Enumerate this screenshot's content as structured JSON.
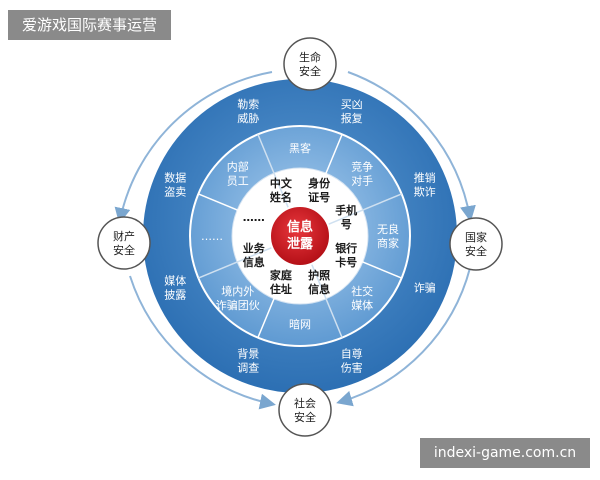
{
  "banner": "爱游戏国际赛事运营",
  "footer": "indexi-game.com.cn",
  "colors": {
    "outer_ring": "#3d82c4",
    "middle_ring": "#6fa7da",
    "inner_ring": "#ffffff",
    "core": "#c8141c",
    "arrow": "#7aa6cf",
    "node_border": "#555555"
  },
  "core": [
    "信息",
    "泄露"
  ],
  "nodes": {
    "top": [
      "生命",
      "安全"
    ],
    "right": [
      "国家",
      "安全"
    ],
    "bottom": [
      "社会",
      "安全"
    ],
    "left": [
      "财产",
      "安全"
    ]
  },
  "inner_items": [
    [
      "中文",
      "姓名"
    ],
    [
      "身份",
      "证号"
    ],
    [
      "手机",
      "号"
    ],
    [
      "银行",
      "卡号"
    ],
    [
      "护照",
      "信息"
    ],
    [
      "家庭",
      "住址"
    ],
    [
      "业务",
      "信息"
    ],
    [
      "……"
    ]
  ],
  "middle_items": [
    [
      "黑客"
    ],
    [
      "竞争",
      "对手"
    ],
    [
      "无良",
      "商家"
    ],
    [
      "社交",
      "媒体"
    ],
    [
      "暗网"
    ],
    [
      "境内外",
      "诈骗团伙"
    ],
    [
      "……"
    ],
    [
      "内部",
      "员工"
    ]
  ],
  "outer_items": [
    [
      "买凶",
      "报复"
    ],
    [
      "推销",
      "欺诈"
    ],
    [
      "诈骗"
    ],
    [
      "自尊",
      "伤害"
    ],
    [
      "背景",
      "调查"
    ],
    [
      "媒体",
      "披露"
    ],
    [
      "数据",
      "盗卖"
    ],
    [
      "勒索",
      "威胁"
    ]
  ]
}
